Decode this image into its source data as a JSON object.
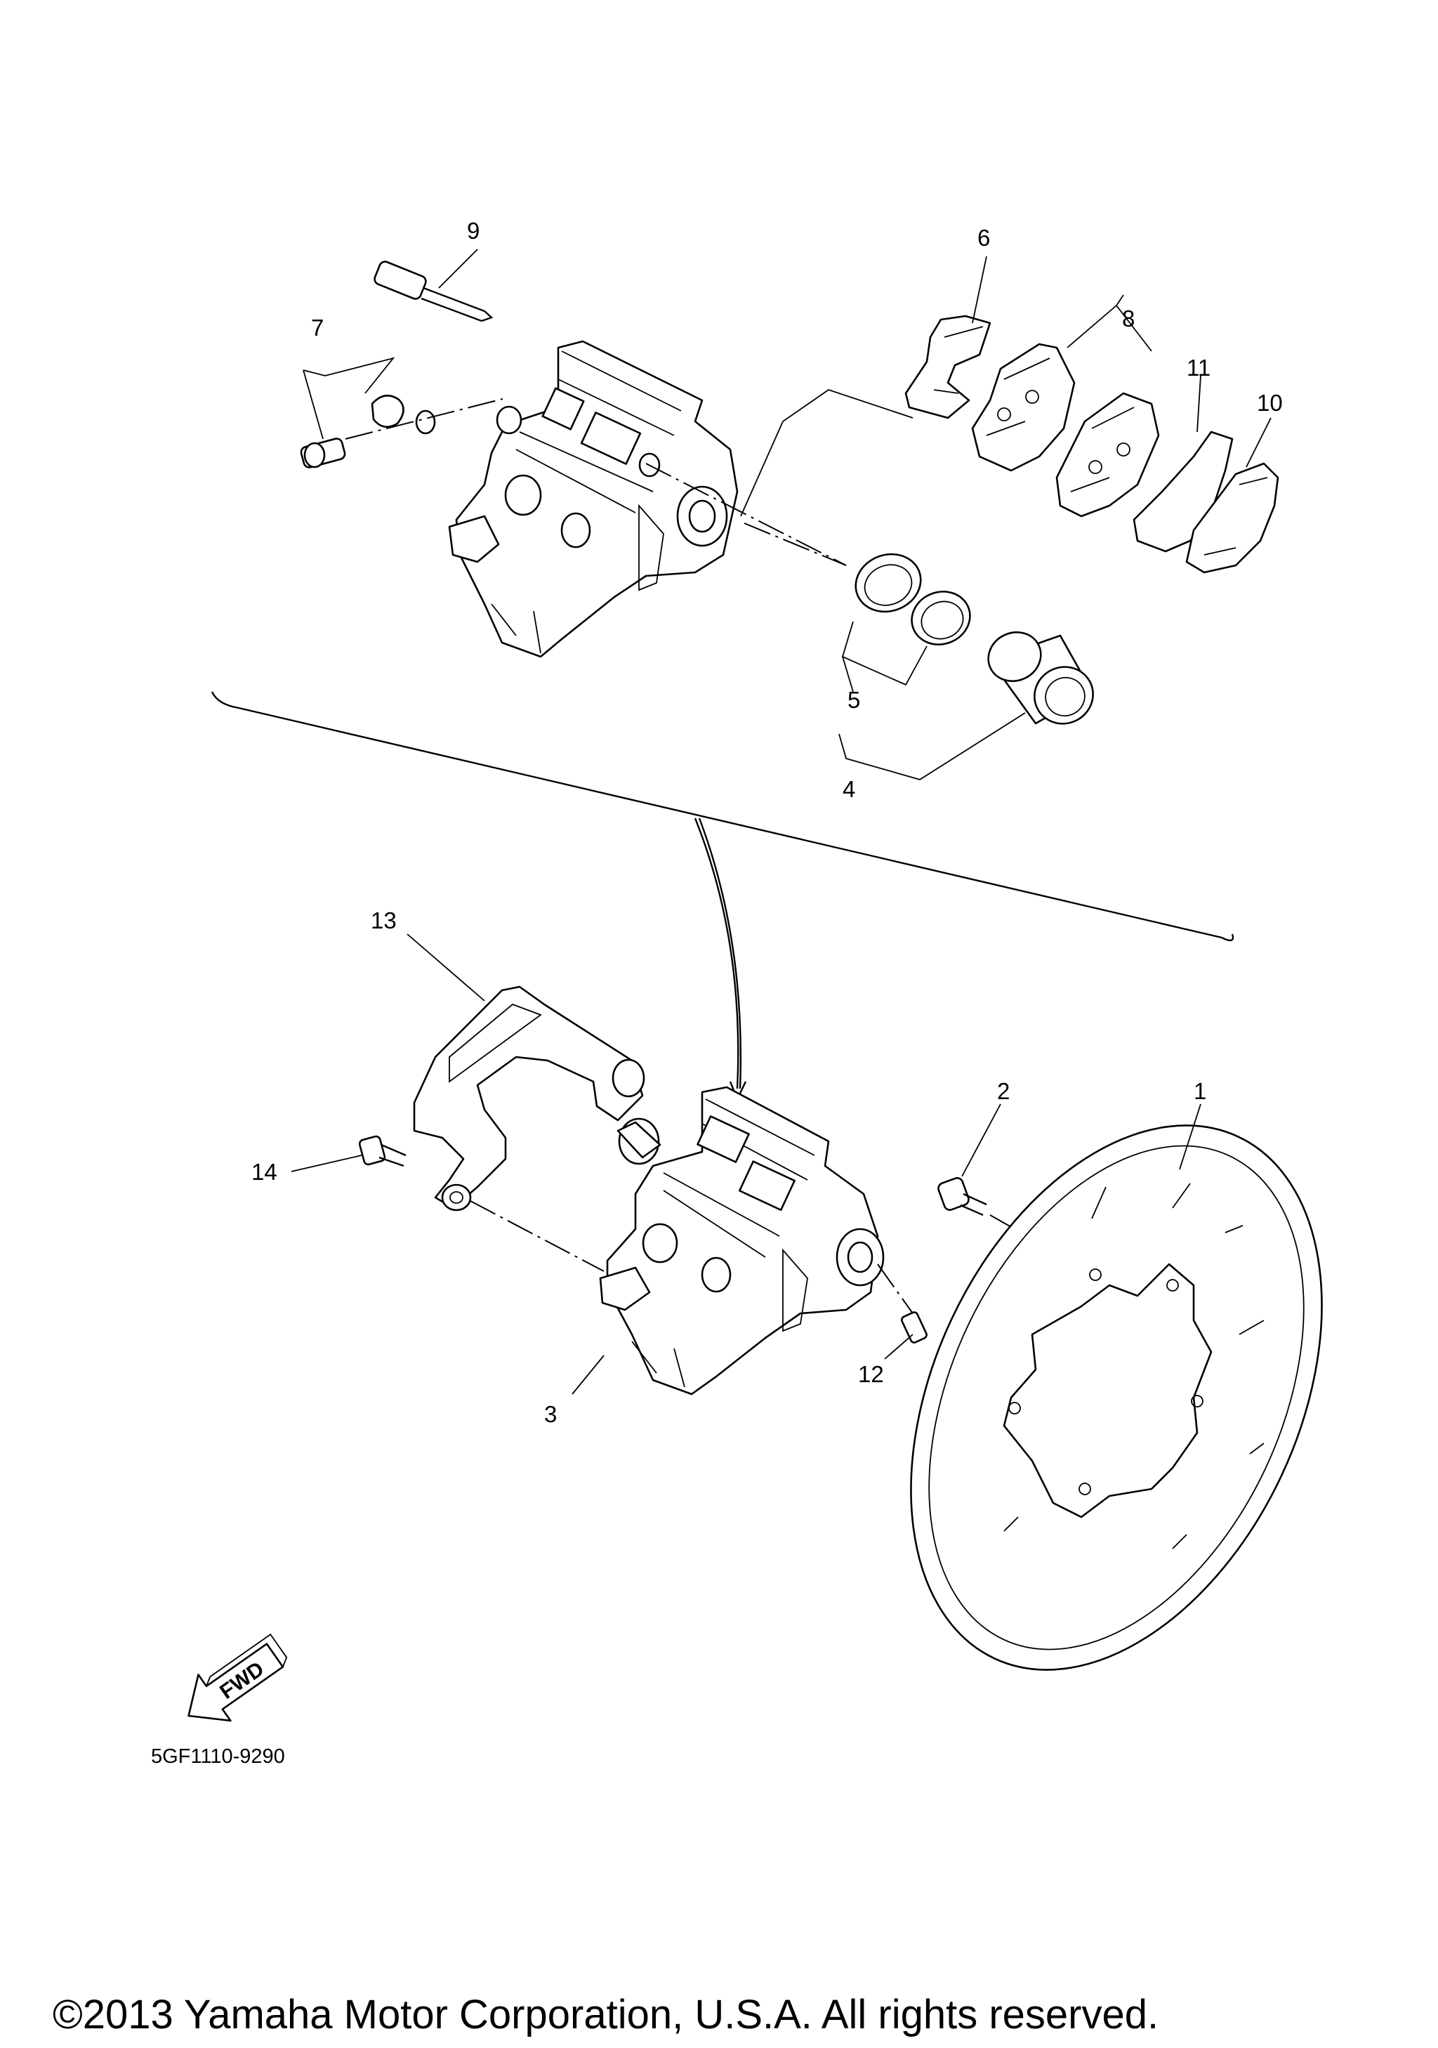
{
  "callouts": [
    {
      "id": "1",
      "label": "1"
    },
    {
      "id": "2",
      "label": "2"
    },
    {
      "id": "3",
      "label": "3"
    },
    {
      "id": "4",
      "label": "4"
    },
    {
      "id": "5",
      "label": "5"
    },
    {
      "id": "6",
      "label": "6"
    },
    {
      "id": "7",
      "label": "7"
    },
    {
      "id": "8",
      "label": "8"
    },
    {
      "id": "9",
      "label": "9"
    },
    {
      "id": "10",
      "label": "10"
    },
    {
      "id": "11",
      "label": "11"
    },
    {
      "id": "12",
      "label": "12"
    },
    {
      "id": "13",
      "label": "13"
    },
    {
      "id": "14",
      "label": "14"
    }
  ],
  "fwd_label": "FWD",
  "diagram_code": "5GF1110-9290",
  "copyright": "©2013 Yamaha Motor Corporation, U.S.A. All rights reserved."
}
